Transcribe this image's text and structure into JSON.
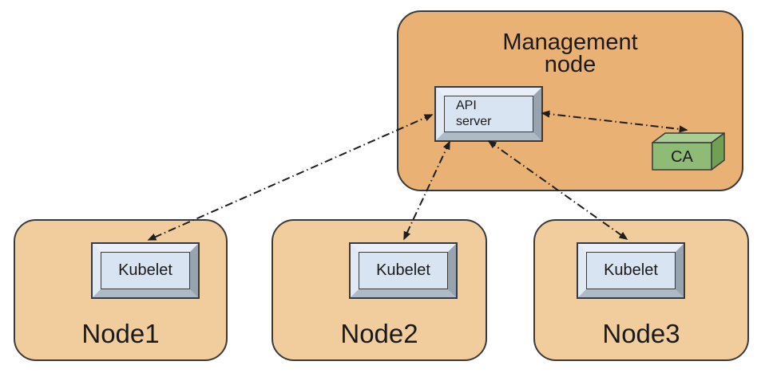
{
  "diagram": {
    "management_node": {
      "title": "Management\nnode",
      "api_server_label": "API\nserver",
      "ca_label": "CA"
    },
    "nodes": [
      {
        "label": "Node1",
        "component": "Kubelet"
      },
      {
        "label": "Node2",
        "component": "Kubelet"
      },
      {
        "label": "Node3",
        "component": "Kubelet"
      }
    ],
    "connections": [
      {
        "from": "API server",
        "to": "Kubelet (Node1)",
        "style": "dash-dot",
        "bidirectional": true
      },
      {
        "from": "API server",
        "to": "Kubelet (Node2)",
        "style": "dash-dot",
        "bidirectional": true
      },
      {
        "from": "API server",
        "to": "Kubelet (Node3)",
        "style": "dash-dot",
        "bidirectional": true
      },
      {
        "from": "API server",
        "to": "CA",
        "style": "dash-dot",
        "bidirectional": true
      }
    ],
    "colors": {
      "management_node_fill": "#E9B173",
      "worker_node_fill": "#F1CD9D",
      "component_panel_fill": "#D8E4F2",
      "bevel_light": "#E9EFF8",
      "bevel_dark": "#98A3B0",
      "ca_top": "#A9CD92",
      "ca_front": "#8EBC76",
      "ca_side": "#6FA054",
      "outline": "#3A3A3A",
      "connector": "#1E1E1E"
    }
  }
}
